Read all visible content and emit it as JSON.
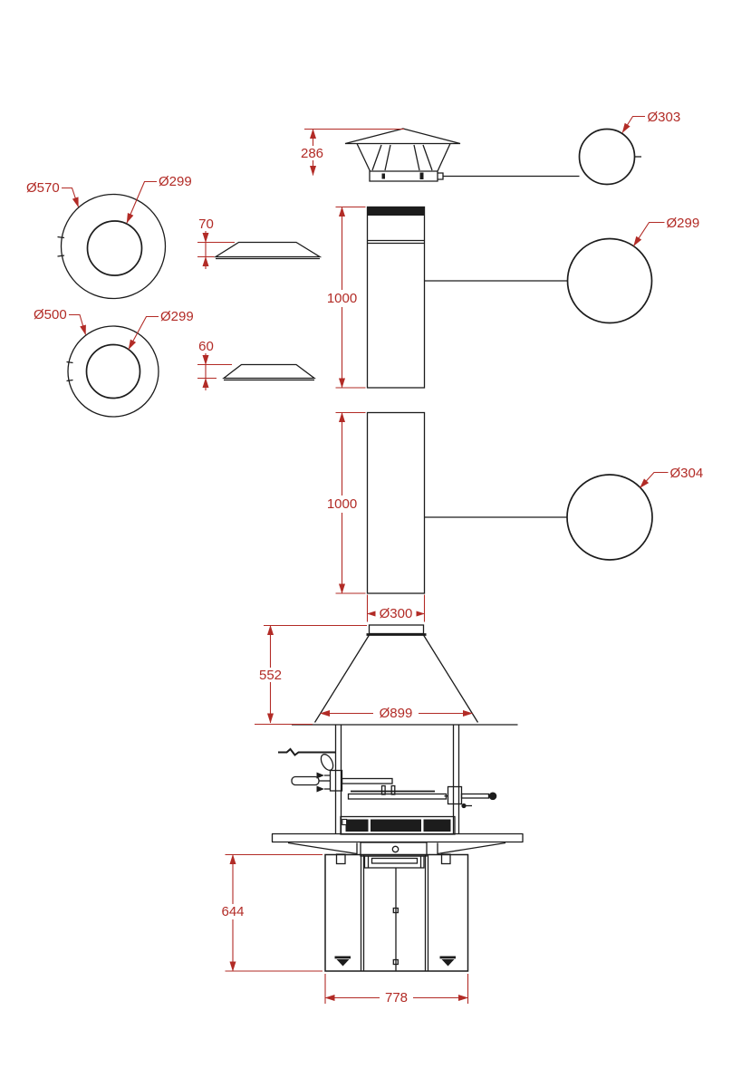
{
  "drawing": {
    "type": "technical-dimension-drawing",
    "subject": "garden-barbecue-with-chimney",
    "colors": {
      "background": "#ffffff",
      "line": "#1c1c1c",
      "dimension": "#b22b26"
    },
    "annotations": {
      "cap_height": "286",
      "cap_detail": "Ø303",
      "ring_top_outer": "Ø570",
      "ring_top_inner": "Ø299",
      "cone_top_height": "70",
      "pipe_upper_length": "1000",
      "pipe_upper_detail": "Ø299",
      "ring_bottom_outer": "Ø500",
      "ring_bottom_inner": "Ø299",
      "cone_bottom_height": "60",
      "pipe_lower_length": "1000",
      "pipe_lower_detail": "Ø304",
      "flue_diameter": "Ø300",
      "hood_height": "552",
      "hood_diameter": "Ø899",
      "base_height": "644",
      "base_width": "778"
    }
  }
}
